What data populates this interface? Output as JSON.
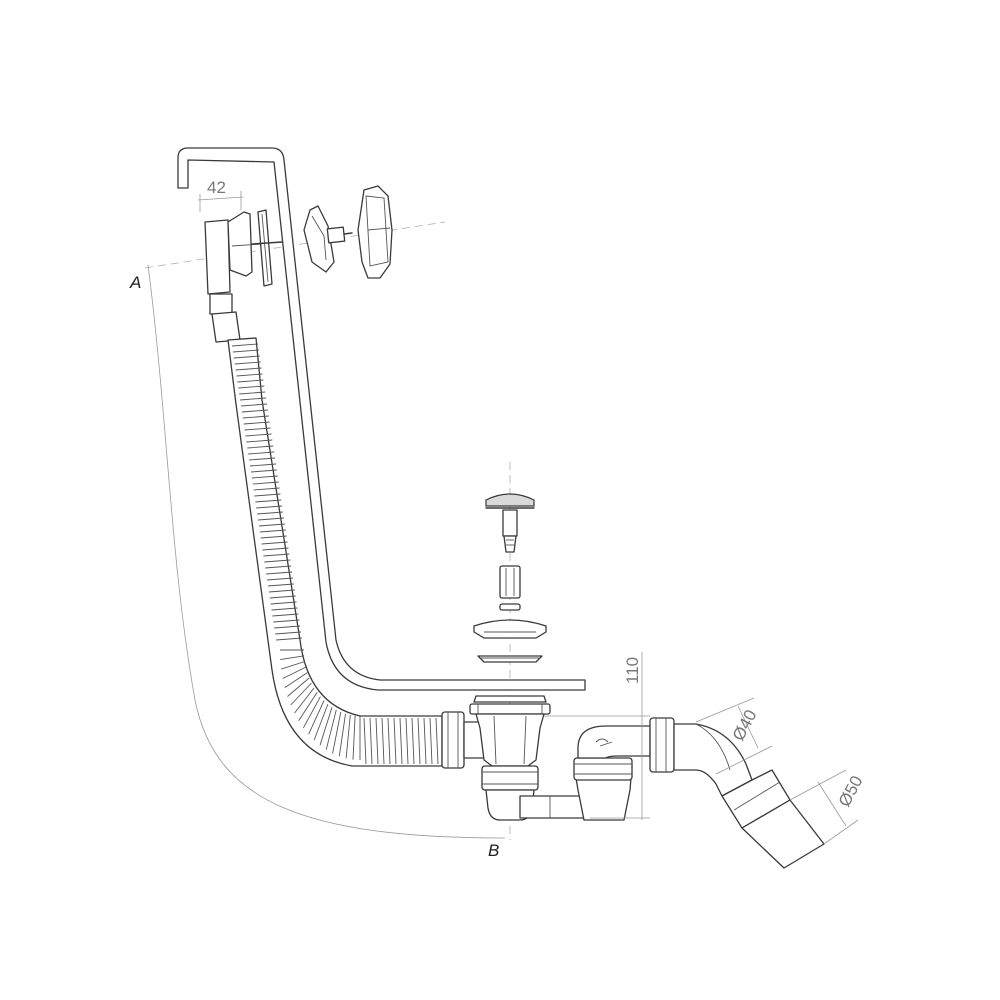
{
  "labels": {
    "point_a": "A",
    "point_b": "B"
  },
  "dimensions": {
    "width_overflow": "42",
    "height_trap": "110",
    "diameter_inlet": "Ø40",
    "diameter_outlet": "Ø50"
  }
}
